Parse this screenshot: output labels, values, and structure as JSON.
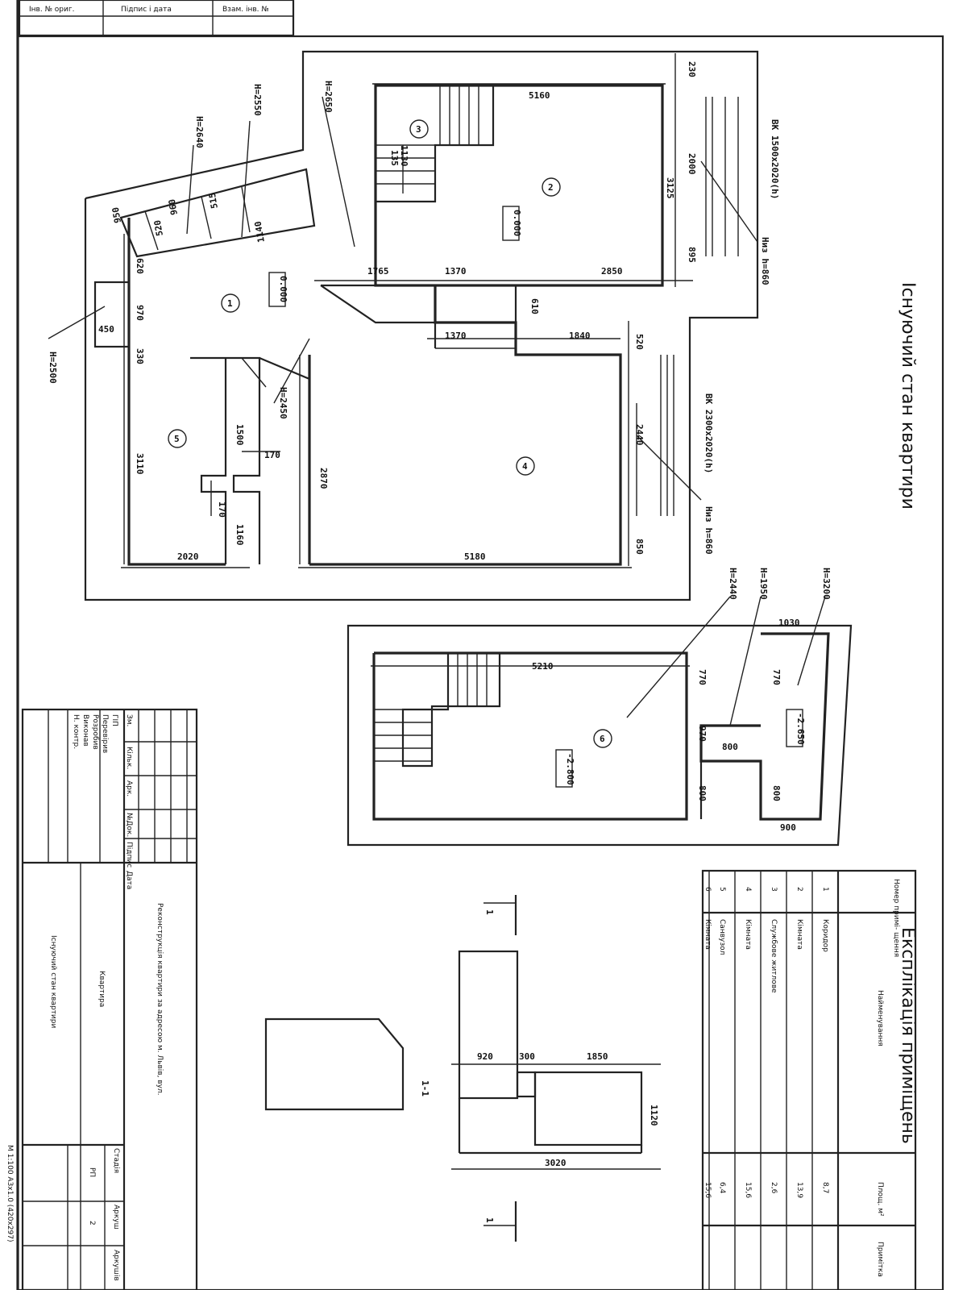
{
  "titles": {
    "existing_state": "Існуючий стан квартири",
    "explication": "Експлікація приміщень"
  },
  "header_stamp": [
    "Інв. № ориг.",
    "Підпис і дата",
    "Взам. інв. №"
  ],
  "rooms_plan": [
    {
      "num": "1"
    },
    {
      "num": "2"
    },
    {
      "num": "3"
    },
    {
      "num": "4"
    },
    {
      "num": "5"
    },
    {
      "num": "6"
    }
  ],
  "levels": {
    "room1": "0.000",
    "room2": "0.000",
    "room6a": "-2.800",
    "room6b": "-2.650"
  },
  "heights": {
    "h2650": "H=2650",
    "h2640": "H=2640",
    "h2550": "H=2550",
    "h2500": "H=2500",
    "h2450": "H=2450",
    "h2440": "H=2440",
    "h1950": "H=1950",
    "h3200": "H=3200"
  },
  "windows": {
    "w1": "ВК 1500x2020(h)",
    "w1_sill": "Низ h=860",
    "w2": "ВК 2300x2020(h)",
    "w2_sill": "Низ h=860"
  },
  "dims": {
    "d5160": "5160",
    "d230": "230",
    "d2000": "2000",
    "d3125": "3125",
    "d895": "895",
    "d1765": "1765",
    "d1370a": "1370",
    "d1370b": "1370",
    "d2850": "2850",
    "d610": "610",
    "d1840": "1840",
    "d520": "520",
    "d2440": "2440",
    "d850": "850",
    "d5180": "5180",
    "d2870": "2870",
    "d2020": "2020",
    "d1160": "1160",
    "d170a": "170",
    "d170b": "170",
    "d1500": "1500",
    "d3110": "3110",
    "d450": "450",
    "d970": "970",
    "d330": "330",
    "d620": "620",
    "d950": "950",
    "d960": "960",
    "d1140": "1140",
    "d515": "515",
    "d520b": "520",
    "d1130": "1130",
    "d135": "135",
    "d5210": "5210",
    "d1030": "1030",
    "d770a": "770",
    "d770b": "770",
    "d970b": "970",
    "d800a": "800",
    "d800b": "800",
    "d800c": "800",
    "d900": "900",
    "s920": "920",
    "s300": "300",
    "s1850": "1850",
    "s1120": "1120",
    "s3020": "3020"
  },
  "section": {
    "label": "1-1",
    "mark_a": "1",
    "mark_b": "1"
  },
  "explication_table": {
    "headers": [
      "Номер примі- щення",
      "Найменування",
      "Площ. м²",
      "Примітка"
    ],
    "rows": [
      {
        "num": "1",
        "name": "Коридор",
        "area": "8,7"
      },
      {
        "num": "2",
        "name": "Кімната",
        "area": "13,9"
      },
      {
        "num": "3",
        "name": "Службове житлове",
        "area": "2,6"
      },
      {
        "num": "4",
        "name": "Кімната",
        "area": "15,6"
      },
      {
        "num": "5",
        "name": "Санвузол",
        "area": "6,4"
      },
      {
        "num": "6",
        "name": "Кімната",
        "area": "15,6"
      }
    ]
  },
  "stamp": {
    "revision_headers": [
      "Зм.",
      "Кільк.",
      "Арк.",
      "№Док.",
      "Підпис",
      "Дата"
    ],
    "roles": [
      "ГІП",
      "Перевірив",
      "Розробив",
      "Виконав",
      "Н. контр."
    ],
    "project": "Реконструкція квартири за адресою м. Львів, вул.",
    "object": "Квартира",
    "sheet_title": "Існуючий стан квартири",
    "col_stage": "Стадія",
    "col_sheet": "Аркуш",
    "col_sheets": "Аркушів",
    "stage": "РП",
    "sheet": "2",
    "scale": "М 1:100 А3х1.0 (420х297)"
  }
}
